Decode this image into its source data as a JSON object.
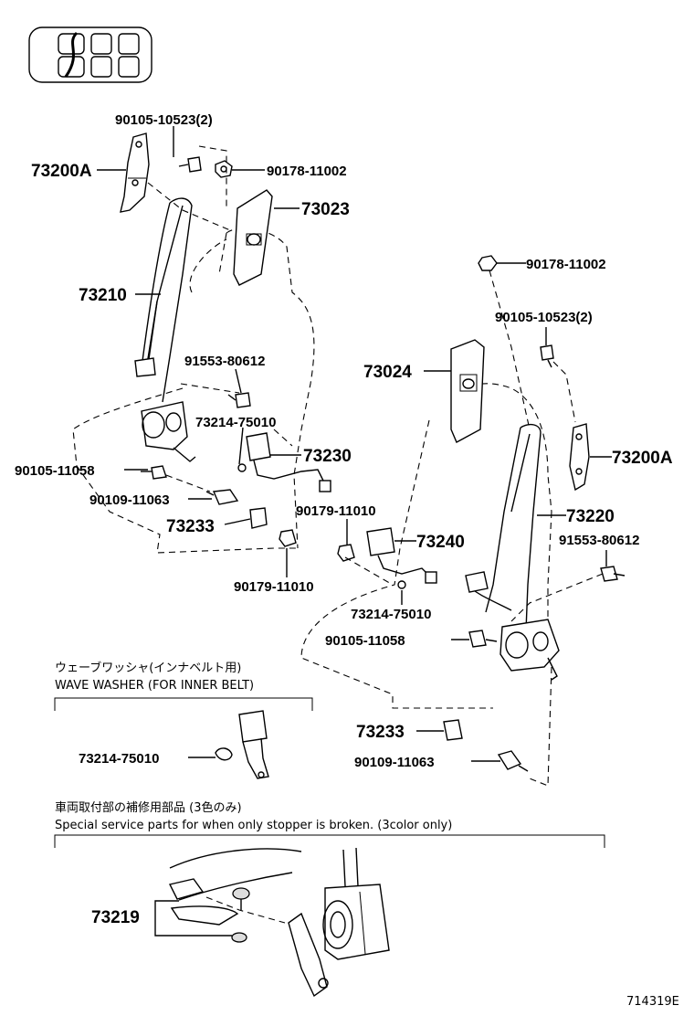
{
  "diagram_code": "714319E",
  "labels": {
    "l_90105_10523_top": "90105-10523(2)",
    "l_73200A_left": "73200A",
    "l_90178_11002_top": "90178-11002",
    "l_73023": "73023",
    "l_73210": "73210",
    "l_91553_80612_left": "91553-80612",
    "l_73214_75010_a": "73214-75010",
    "l_73230": "73230",
    "l_90105_11058_left": "90105-11058",
    "l_90109_11063_left": "90109-11063",
    "l_73233_left": "73233",
    "l_90179_11010_a": "90179-11010",
    "l_90179_11010_b": "90179-11010",
    "l_73240": "73240",
    "l_73214_75010_b": "73214-75010",
    "l_90105_11058_right": "90105-11058",
    "l_90178_11002_right": "90178-11002",
    "l_90105_10523_right": "90105-10523(2)",
    "l_73024": "73024",
    "l_73200A_right": "73200A",
    "l_73220": "73220",
    "l_91553_80612_right": "91553-80612",
    "l_73233_right": "73233",
    "l_90109_11063_right": "90109-11063",
    "l_73214_75010_c": "73214-75010",
    "l_73219": "73219"
  },
  "notes": {
    "wave_washer_jp": "ウェーブワッシャ(インナベルト用)",
    "wave_washer_en": "WAVE WASHER (FOR INNER BELT)",
    "service_jp": "車両取付部の補修用部品 (3色のみ)",
    "service_en": "Special service parts for when only stopper is broken. (3color only)"
  }
}
